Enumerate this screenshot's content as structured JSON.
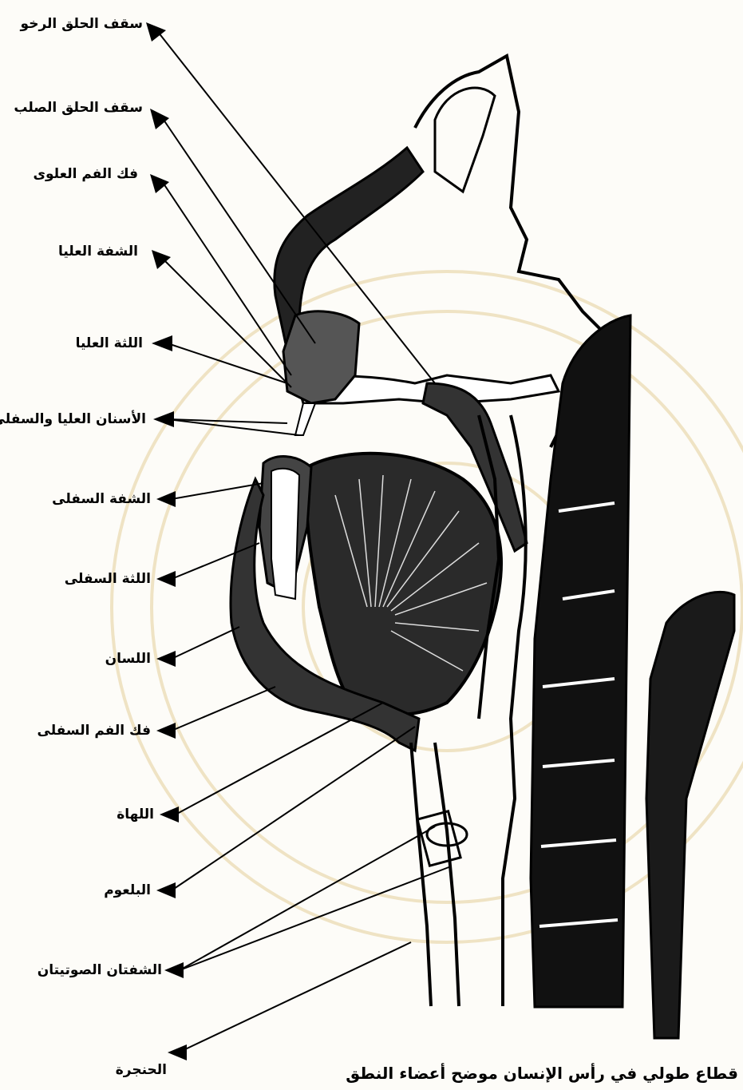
{
  "labels": [
    "سقف الحلق الرخو",
    "سقف الحلق الصلب",
    "فك الفم العلوى",
    "الشفة العليا",
    "اللثة العليا",
    "الأسنان العليا والسفلى",
    "الشفة السفلى",
    "اللثة السفلى",
    "اللسان",
    "فك الفم السفلى",
    "اللهاة",
    "البلعوم",
    "الشفتان الصوتيتان",
    "الحنجرة"
  ],
  "caption": "قطاع طولي في رأس الإنسان موضح أعضاء النطق"
}
